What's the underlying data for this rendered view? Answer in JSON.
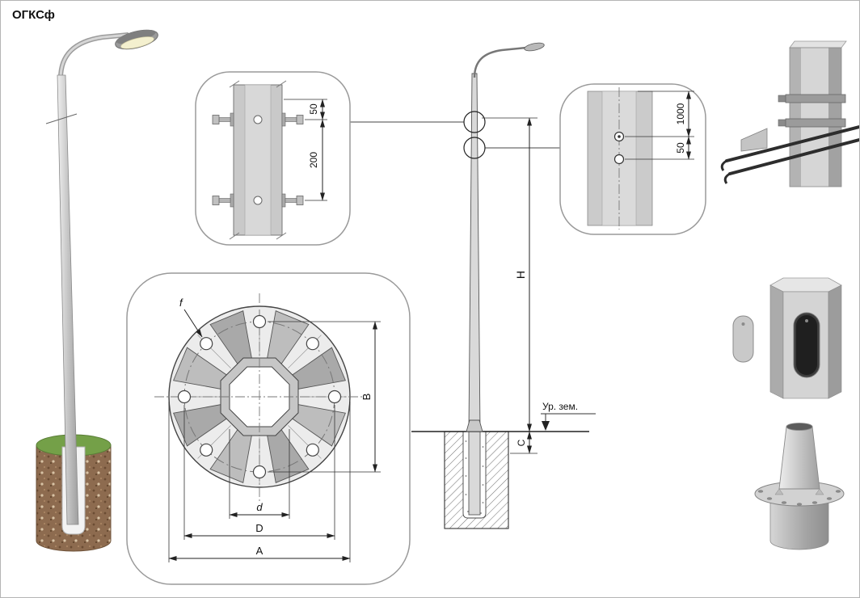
{
  "title": "ОГКСф",
  "detail_top": {
    "dim_a": "50",
    "dim_b": "200"
  },
  "detail_side": {
    "dim_a": "1000",
    "dim_b": "50"
  },
  "flange": {
    "f": "f",
    "b": "B",
    "d": "d",
    "dd": "D",
    "a": "A"
  },
  "elevation": {
    "h": "H",
    "c": "C",
    "ground": "Ур. зем."
  }
}
